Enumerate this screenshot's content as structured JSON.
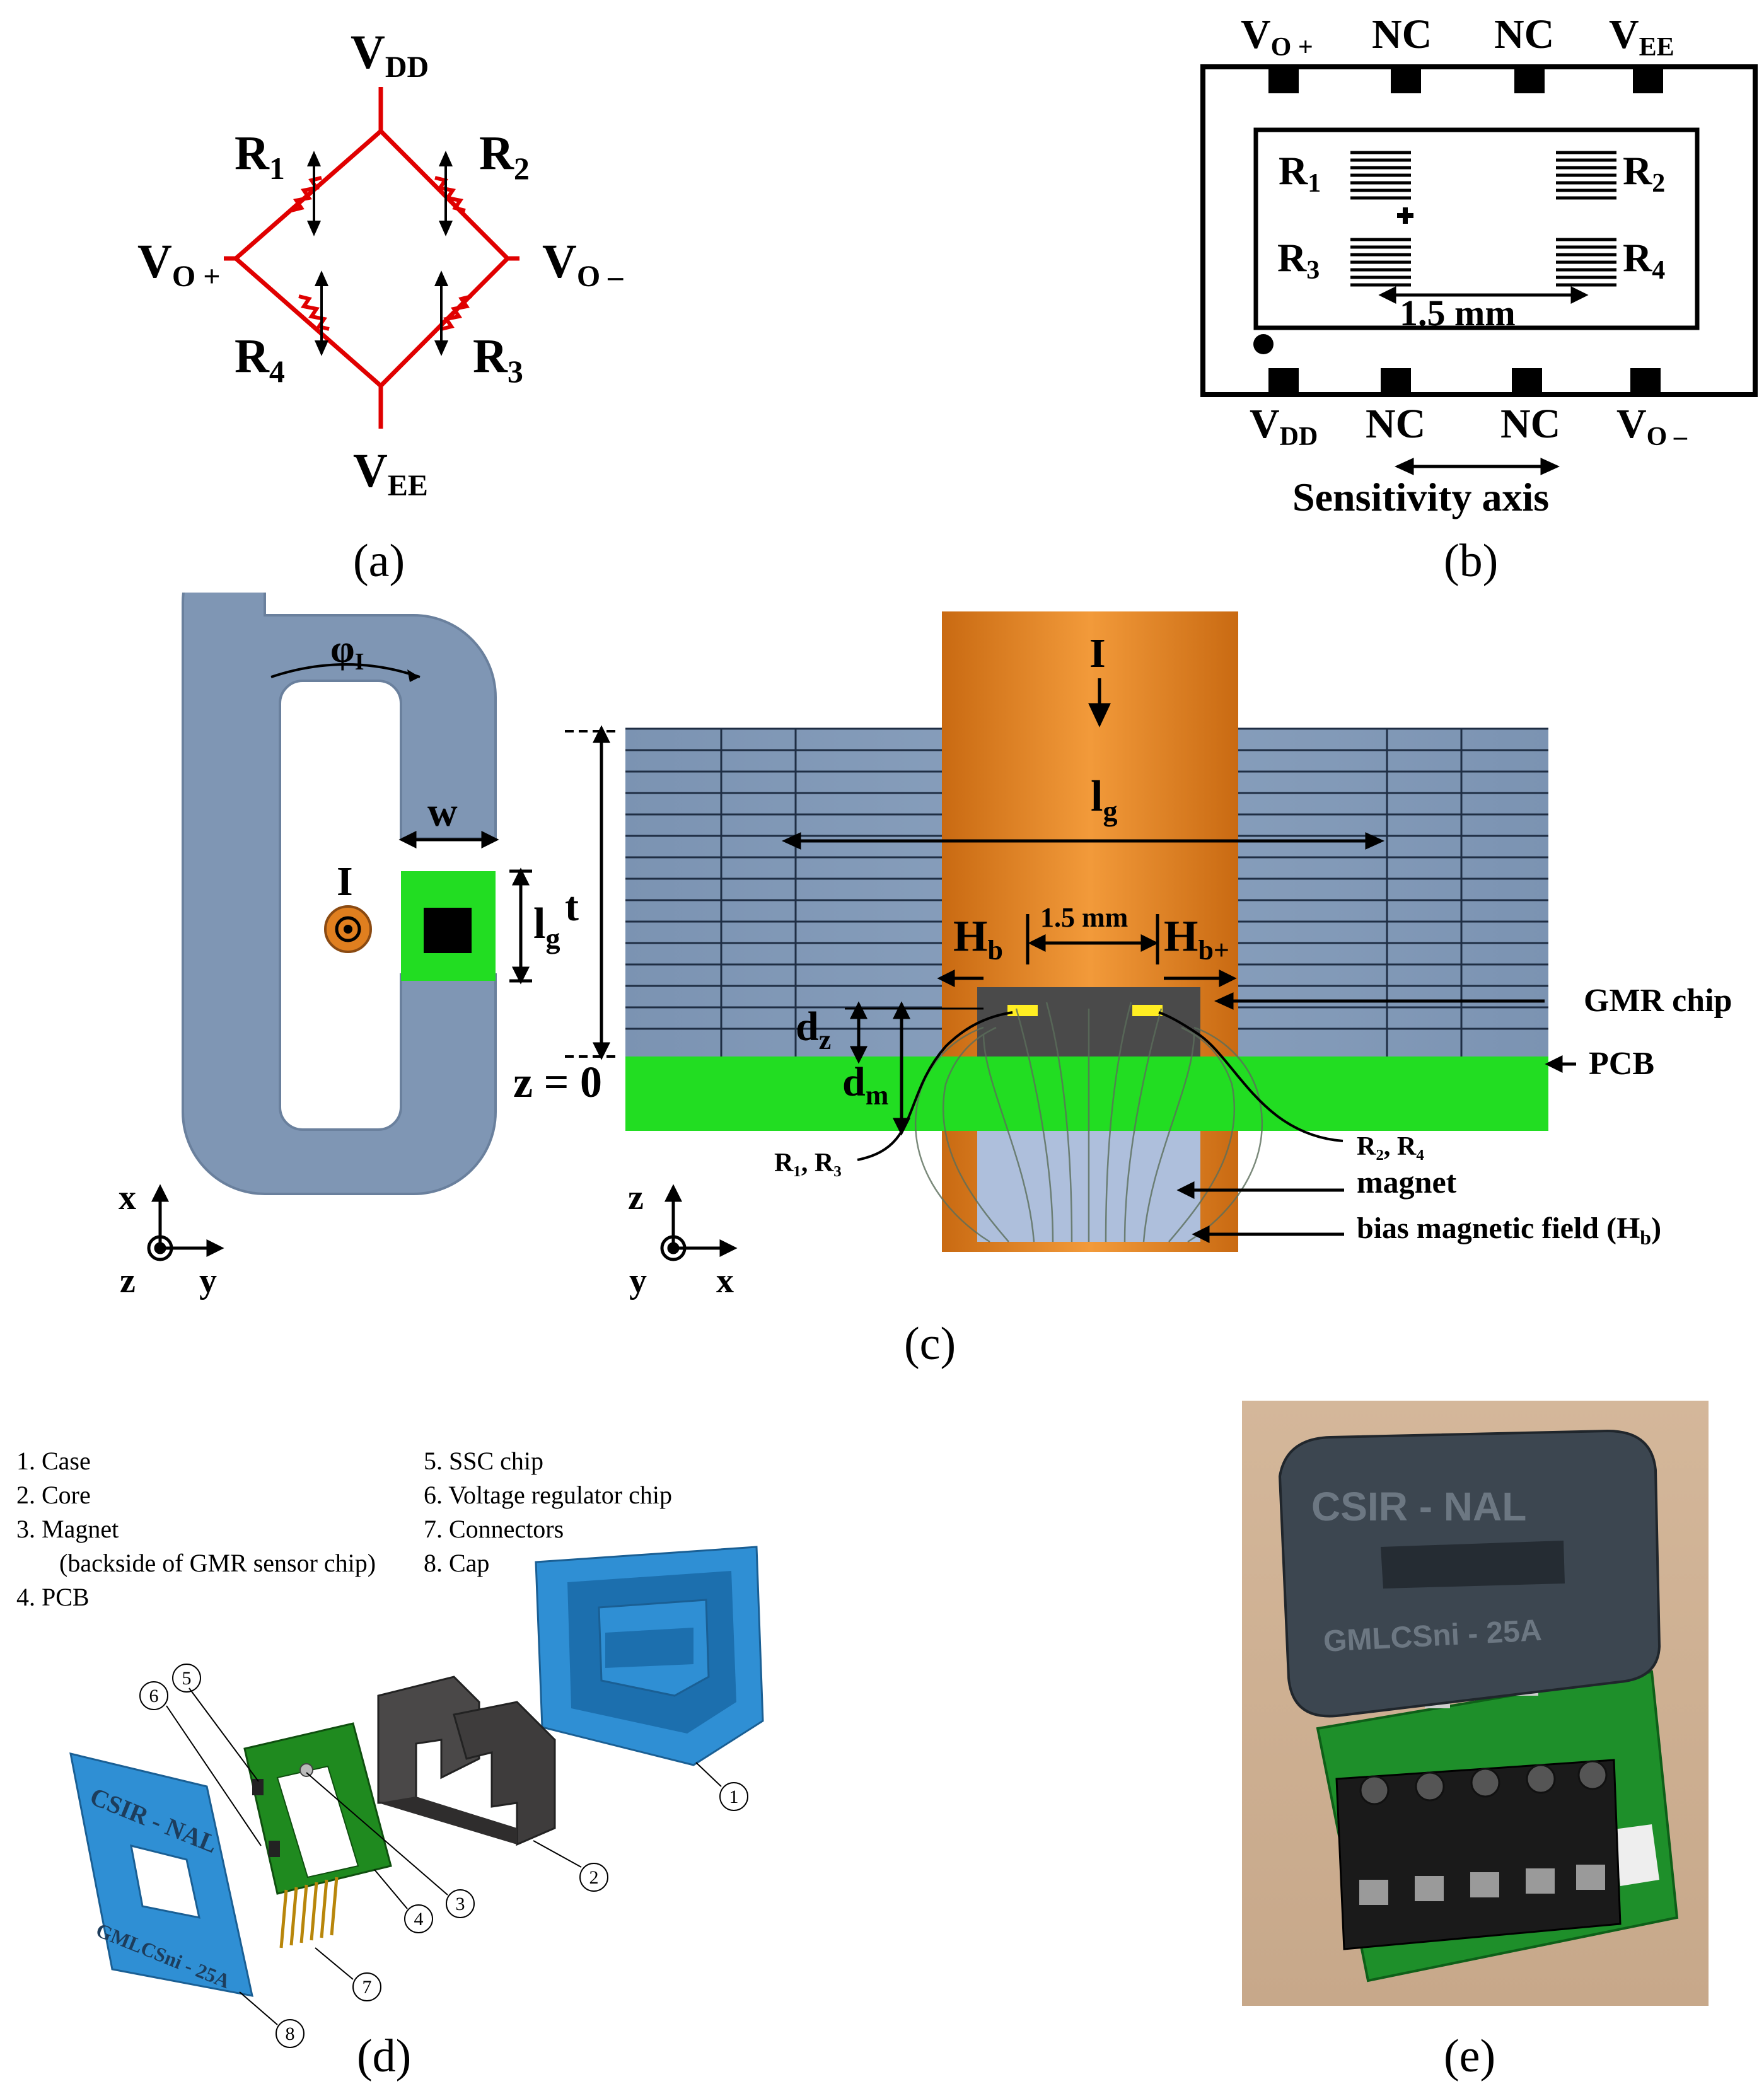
{
  "panel_a": {
    "label": "(a)",
    "vdd": {
      "main": "V",
      "sub": "DD"
    },
    "vee": {
      "main": "V",
      "sub": "EE"
    },
    "vo_plus": {
      "main": "V",
      "sub": "O +"
    },
    "vo_minus": {
      "main": "V",
      "sub": "O –"
    },
    "r1": {
      "main": "R",
      "sub": "1"
    },
    "r2": {
      "main": "R",
      "sub": "2"
    },
    "r3": {
      "main": "R",
      "sub": "3"
    },
    "r4": {
      "main": "R",
      "sub": "4"
    },
    "wire_color": "#e00000"
  },
  "panel_b": {
    "label": "(b)",
    "top_pins": [
      {
        "main": "V",
        "sub": "O +"
      },
      {
        "main": "NC",
        "sub": ""
      },
      {
        "main": "NC",
        "sub": ""
      },
      {
        "main": "V",
        "sub": "EE"
      }
    ],
    "bottom_pins": [
      {
        "main": "V",
        "sub": "DD"
      },
      {
        "main": "NC",
        "sub": ""
      },
      {
        "main": "NC",
        "sub": ""
      },
      {
        "main": "V",
        "sub": "O –"
      }
    ],
    "r1": {
      "main": "R",
      "sub": "1"
    },
    "r2": {
      "main": "R",
      "sub": "2"
    },
    "r3": {
      "main": "R",
      "sub": "3"
    },
    "r4": {
      "main": "R",
      "sub": "4"
    },
    "spacing": "1.5 mm",
    "axis_label": "Sensitivity axis"
  },
  "panel_c": {
    "label": "(c)",
    "flux": {
      "main": "φ",
      "sub": "I"
    },
    "w": "w",
    "current_left": "I",
    "lg_left": {
      "main": "l",
      "sub": "g"
    },
    "t": "t",
    "axes_left": {
      "up": "x",
      "right": "y",
      "out": "z"
    },
    "axes_right": {
      "up": "z",
      "right": "x",
      "out": "y"
    },
    "current_right": "I",
    "lg_right": {
      "main": "l",
      "sub": "g"
    },
    "spacing": "1.5 mm",
    "hb_minus": {
      "main": "H",
      "sub": "b"
    },
    "hb_plus": {
      "main": "H",
      "sub": "b+"
    },
    "dz": {
      "main": "d",
      "sub": "z"
    },
    "dm": {
      "main": "d",
      "sub": "m"
    },
    "z0": "z = 0",
    "gmr": "GMR chip",
    "pcb": "PCB",
    "r13": "R₁, R₃",
    "r24": "R₂, R₄",
    "magnet": "magnet",
    "bias": "bias magnetic field (H",
    "bias_sub": "b",
    "bias_end": ")",
    "core_color": "#7f96b4",
    "copper_color": "#e07f1f",
    "pcb_color": "#22dd22"
  },
  "panel_d": {
    "label": "(d)",
    "legend_left": [
      "1.  Case",
      "2.  Core",
      "3.  Magnet",
      "(backside of GMR sensor chip)",
      "4.  PCB"
    ],
    "legend_right": [
      "5.  SSC chip",
      "6.  Voltage regulator chip",
      "7.  Connectors",
      "8.  Cap"
    ],
    "callouts": [
      "1",
      "2",
      "3",
      "4",
      "5",
      "6",
      "7",
      "8"
    ],
    "cap_text_1": "CSIR - NAL",
    "cap_text_2": "GMLCSni - 25A",
    "case_color": "#2f8fd4",
    "core_color": "#4a4848",
    "pcb_color": "#1f8a1f"
  },
  "panel_e": {
    "label": "(e)",
    "case_text_1": "CSIR - NAL",
    "case_text_2": "GMLCSni - 25A"
  }
}
